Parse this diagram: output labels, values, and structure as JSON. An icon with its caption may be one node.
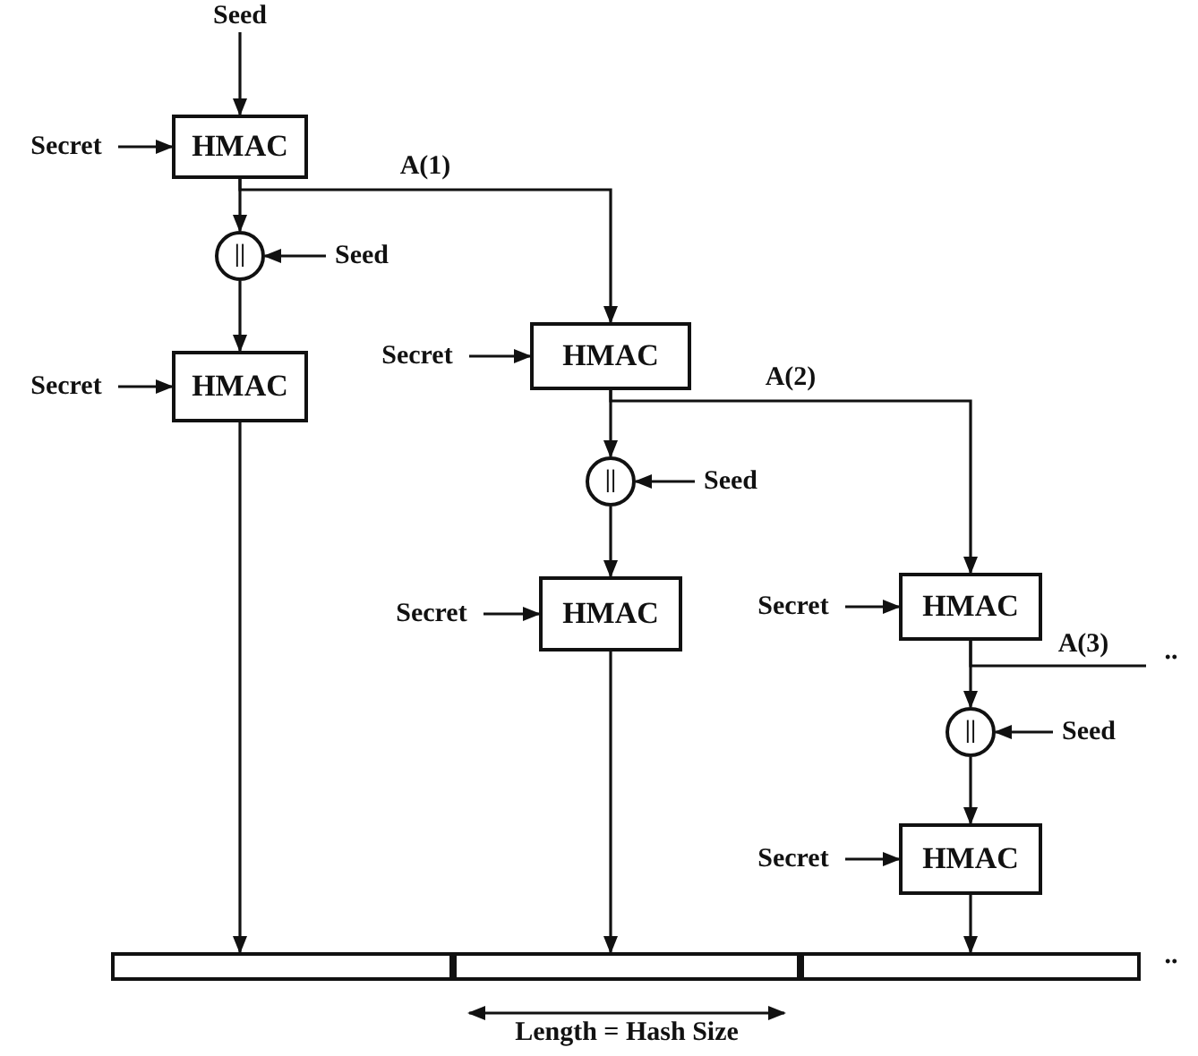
{
  "diagram": {
    "nodes": [
      {
        "text": [
          "Seed"
        ]
      },
      {
        "text": [
          "Secret"
        ]
      },
      {
        "text": [
          "HMAC"
        ]
      },
      {
        "text": [
          "||"
        ]
      },
      {
        "text": [
          "Seed"
        ]
      },
      {
        "text": [
          "Secret"
        ]
      },
      {
        "text": [
          "HMAC"
        ]
      },
      {
        "text": [
          "Secret"
        ]
      },
      {
        "text": [
          "HMAC"
        ]
      },
      {
        "text": [
          "||"
        ]
      },
      {
        "text": [
          "Seed"
        ]
      },
      {
        "text": [
          "Secret"
        ]
      },
      {
        "text": [
          "HMAC"
        ]
      },
      {
        "text": [
          "Secret"
        ]
      },
      {
        "text": [
          "HMAC"
        ]
      },
      {
        "text": [
          "||"
        ]
      },
      {
        "text": [
          "Seed"
        ]
      },
      {
        "text": [
          "Secret"
        ]
      },
      {
        "text": [
          "HMAC"
        ]
      },
      {
        "text": [],
        "shape": "bar"
      },
      {
        "text": [],
        "shape": "bar"
      },
      {
        "text": [],
        "shape": "bar"
      }
    ],
    "edges": [
      {
        "from": 0,
        "to": 2,
        "arrow": "to"
      },
      {
        "from": 1,
        "to": 2,
        "arrow": "to"
      },
      {
        "from": 2,
        "to": 3,
        "arrow": "to"
      },
      {
        "from": 2,
        "to": 8,
        "arrow": "to",
        "label": "A(1)"
      },
      {
        "from": 4,
        "to": 3,
        "arrow": "to"
      },
      {
        "from": 3,
        "to": 6,
        "arrow": "to"
      },
      {
        "from": 5,
        "to": 6,
        "arrow": "to"
      },
      {
        "from": 6,
        "to": 19,
        "arrow": "to"
      },
      {
        "from": 7,
        "to": 8,
        "arrow": "to"
      },
      {
        "from": 8,
        "to": 9,
        "arrow": "to"
      },
      {
        "from": 8,
        "to": 14,
        "arrow": "to",
        "label": "A(2)"
      },
      {
        "from": 10,
        "to": 9,
        "arrow": "to"
      },
      {
        "from": 9,
        "to": 12,
        "arrow": "to"
      },
      {
        "from": 11,
        "to": 12,
        "arrow": "to"
      },
      {
        "from": 12,
        "to": 20,
        "arrow": "to"
      },
      {
        "from": 13,
        "to": 14,
        "arrow": "to"
      },
      {
        "from": 14,
        "to": 15,
        "arrow": "to"
      },
      {
        "from": 14,
        "to": null,
        "arrow": "none",
        "label": "A(3)"
      },
      {
        "from": 16,
        "to": 15,
        "arrow": "to"
      },
      {
        "from": 15,
        "to": 18,
        "arrow": "to"
      },
      {
        "from": 17,
        "to": 18,
        "arrow": "to"
      },
      {
        "from": 18,
        "to": 21,
        "arrow": "to"
      }
    ],
    "labels": [
      "..",
      "..",
      "Length = Hash Size"
    ]
  }
}
